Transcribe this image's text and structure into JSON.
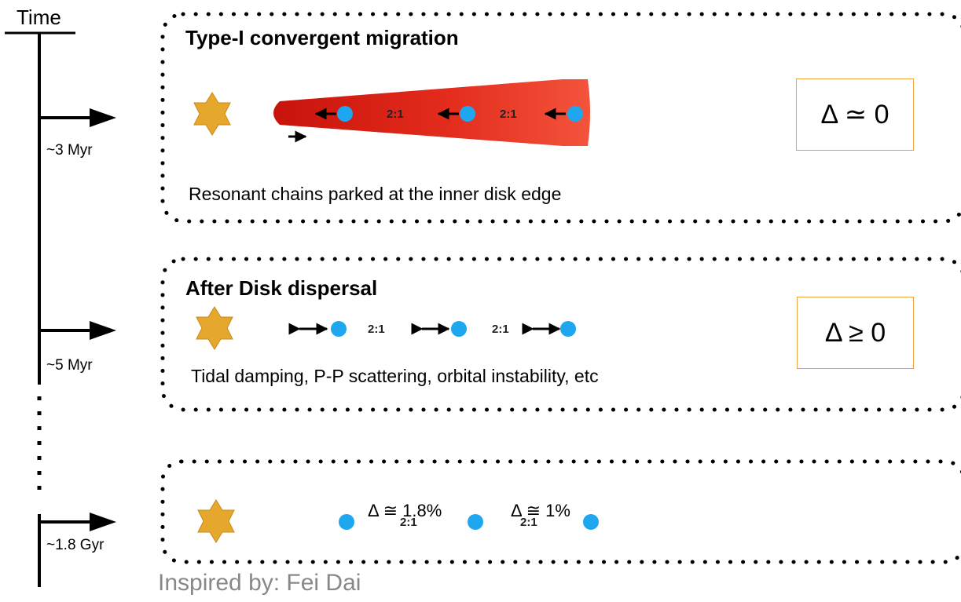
{
  "timeline": {
    "title": "Time",
    "ticks": [
      "~3 Myr",
      "~5 Myr",
      "~1.8 Gyr"
    ]
  },
  "panels": [
    {
      "title": "Type-I convergent migration",
      "caption": "Resonant chains parked at the inner disk edge",
      "ratios": [
        "2:1",
        "2:1"
      ],
      "delta": "Δ ≃ 0"
    },
    {
      "title": "After Disk dispersal",
      "caption": "Tidal damping, P-P scattering, orbital instability, etc",
      "ratios": [
        "2:1",
        "2:1"
      ],
      "delta": "Δ ≥  0"
    },
    {
      "ratios": [
        "2:1",
        "2:1"
      ],
      "delta_labels": [
        "Δ ≅ 1.8%",
        "Δ ≅ 1%"
      ]
    }
  ],
  "credit": "Inspired by: Fei Dai",
  "colors": {
    "planet": "#1ea7ee",
    "disk_inner": "#d81b10",
    "disk_outer": "#f4543c",
    "star": "#e5a72c",
    "delta_box_border": "#f0a33a",
    "credit_text": "#888888"
  }
}
